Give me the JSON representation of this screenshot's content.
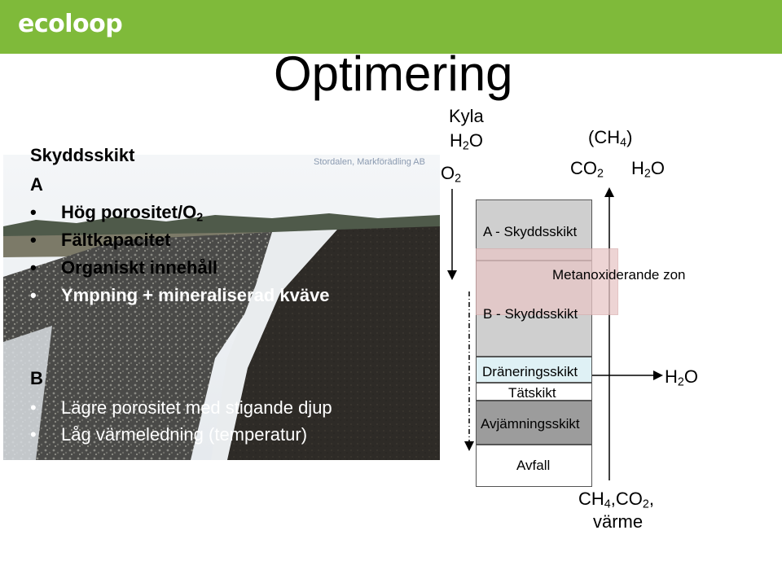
{
  "logo": "ecoloop",
  "title": "Optimering",
  "photo_credit": "Stordalen, Markförädling AB",
  "section_a": {
    "heading": "Skyddsskikt",
    "letter": "A",
    "bullets": [
      [
        "Hög porositet/O",
        "2"
      ],
      [
        "Fältkapacitet",
        ""
      ],
      [
        "Organiskt innehåll",
        ""
      ],
      [
        "Ympning + mineraliserad kväve",
        ""
      ]
    ]
  },
  "section_b": {
    "letter": "B",
    "bullets": [
      "Lägre porositet med stigande djup",
      "Låg värmeledning (temperatur)"
    ]
  },
  "bullet_glyph": "•",
  "inputs": {
    "kyla": "Kyla",
    "h2o_h": "H",
    "h2o_sub": "2",
    "h2o_o": "O",
    "o2_o": "O",
    "o2_sub": "2"
  },
  "outputs": {
    "ch4_open": "(CH",
    "ch4_sub": "4",
    "ch4_close": ")",
    "co2_co": "CO",
    "co2_sub": "2",
    "h2o_h": "H",
    "h2o_sub": "2",
    "h2o_o": "O"
  },
  "layers": {
    "a": "A - Skyddsskikt",
    "oxid": "Metanoxiderande zon",
    "b": "B - Skyddsskikt",
    "dran": "Dräneringsskikt",
    "tat": "Tätskikt",
    "avj": "Avjämningsskikt",
    "avfall": "Avfall"
  },
  "drain_out": {
    "h": "H",
    "sub": "2",
    "o": "O"
  },
  "bottom": {
    "ch": "CH",
    "sub4": "4",
    "co": ",CO",
    "sub2": "2",
    "comma": ",",
    "heat": "värme"
  },
  "colors": {
    "header_green": "#7fba3a",
    "layer_grey": "#cfcfcf",
    "layer_dark": "#9c9c9c",
    "oxid_pink": "#e8c6c6",
    "drain_cyan": "#dff1f5"
  }
}
